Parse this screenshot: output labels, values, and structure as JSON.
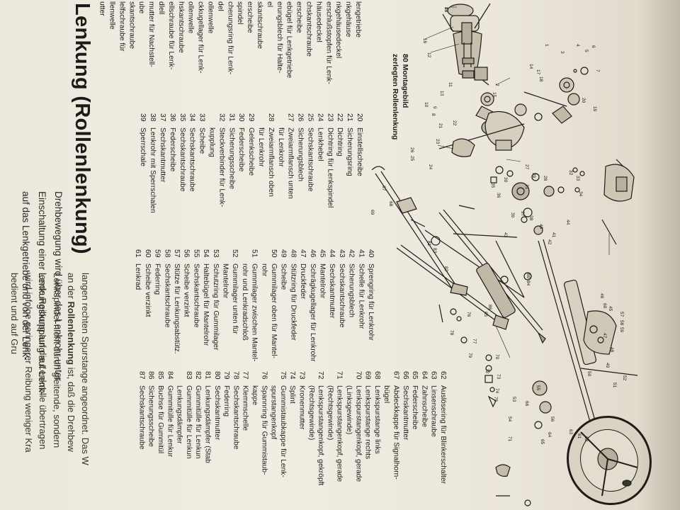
{
  "heading": "Lenkung (Rollenlenkung)",
  "figure_caption": [
    "80 Montagebild",
    "zerlegten Rollenlenkung"
  ],
  "intro_paragraph": [
    "Drehbewegung wird über das Lenkrohr unter",
    "Einschaltung einer Lenkungskupplung auf Lenk-",
    "auf das Lenkgetriebe und von der Lenk-"
  ],
  "left_fragments": [
    "lengetriebe",
    "nkgehäuse",
    "nkgehäusedeckel",
    "erschlußstopfen für Lenk-",
    "häusedeckel",
    "chskantschraube",
    "erscheibe",
    "ebügel für Lenkgetriebe",
    "erungsblech für Halte-",
    "el",
    "skantschraube",
    "erscheibe",
    "spindel",
    "cherungsring für Lenk-",
    "del",
    "ollenwelle",
    "ckkugellager für Lenk-",
    "ollenwelle",
    "hskantschraube",
    "ellschraube für Lenk-",
    "dlell",
    "mutter für Nachstell-",
    "ube",
    "skantschraube",
    "lelfschraube für",
    "llenwelle",
    "utter"
  ],
  "legend_col1": [
    {
      "num": "20",
      "label": "Einstellscheibe"
    },
    {
      "num": "21",
      "label": "Sicherungsring"
    },
    {
      "num": "22",
      "label": "Dichtring"
    },
    {
      "num": "23",
      "label": "Dichtring für Lenkspindel"
    },
    {
      "num": "24",
      "label": "Lenkhebel"
    },
    {
      "num": "25",
      "label": "Sechskantschraube"
    },
    {
      "num": "26",
      "label": "Sicherungsblech"
    },
    {
      "num": "27",
      "label": "Zweiarmflansch unten"
    },
    {
      "num": "",
      "label": "für Lenkrohr"
    },
    {
      "num": "28",
      "label": "Zweiarmflansch oben"
    },
    {
      "num": "",
      "label": "für Lenkrohr"
    },
    {
      "num": "29",
      "label": "Gelenkscheibe"
    },
    {
      "num": "30",
      "label": "Federscheibe"
    },
    {
      "num": "31",
      "label": "Sicherungsscheibe"
    },
    {
      "num": "32",
      "label": "Steckverbinder für Lenk-"
    },
    {
      "num": "",
      "label": "kupplung"
    },
    {
      "num": "33",
      "label": "Scheibe"
    },
    {
      "num": "34",
      "label": "Sechskantschraube"
    },
    {
      "num": "35",
      "label": "Sechskantschraube"
    },
    {
      "num": "36",
      "label": "Federscheibe"
    },
    {
      "num": "37",
      "label": "Sechskantmutter"
    },
    {
      "num": "38",
      "label": "Lenkrohr mit Sperrschalen"
    },
    {
      "num": "39",
      "label": "Sperrschale"
    }
  ],
  "legend_col2": [
    {
      "num": "40",
      "label": "Sprengring für Lenkrohr"
    },
    {
      "num": "41",
      "label": "Schelle für Lenkrohr"
    },
    {
      "num": "42",
      "label": "Sicherungsblech"
    },
    {
      "num": "43",
      "label": "Sechskantschraube"
    },
    {
      "num": "44",
      "label": "Sechskantmutter"
    },
    {
      "num": "45",
      "label": "Mantelrohr"
    },
    {
      "num": "46",
      "label": "Schrägkugellager für Lenkrohr"
    },
    {
      "num": "47",
      "label": "Druckfeder"
    },
    {
      "num": "48",
      "label": "Stützring für Druckfeder"
    },
    {
      "num": "49",
      "label": "Scheibe"
    },
    {
      "num": "50",
      "label": "Gummilager oben für Mantel-"
    },
    {
      "num": "",
      "label": "rohr"
    },
    {
      "num": "51",
      "label": "Gummilager zwischen Mantel-"
    },
    {
      "num": "",
      "label": "rohr und Lenkradschloß"
    },
    {
      "num": "52",
      "label": "Gummilager unten für"
    },
    {
      "num": "",
      "label": "Mantelrohr"
    },
    {
      "num": "53",
      "label": "Schutzring für Gummilager"
    },
    {
      "num": "54",
      "label": "Haltebügel für Mantelrohr"
    },
    {
      "num": "55",
      "label": "Sechskantschraube"
    },
    {
      "num": "56",
      "label": "Scheibe verzinkt"
    },
    {
      "num": "57",
      "label": "Stütze für Lenkungsabstütz."
    },
    {
      "num": "58",
      "label": "Sechskantschraube"
    },
    {
      "num": "59",
      "label": "Federring"
    },
    {
      "num": "60",
      "label": "Scheibe verzinkt"
    },
    {
      "num": "61",
      "label": "Lenkrad"
    }
  ],
  "legend_col3": [
    {
      "num": "62",
      "label": "Auslösering für Blinkerschalter"
    },
    {
      "num": "63",
      "label": "Linsenschraube"
    },
    {
      "num": "64",
      "label": "Zahnscheibe"
    },
    {
      "num": "65",
      "label": "Federscheibe"
    },
    {
      "num": "66",
      "label": "Sechskantmutter"
    },
    {
      "num": "67",
      "label": "Abdeckkappe für Signalhorn-"
    },
    {
      "num": "",
      "label": "bügel"
    },
    {
      "num": "68",
      "label": "Lenkspurstange links"
    },
    {
      "num": "69",
      "label": "Lenkspurstange rechts"
    },
    {
      "num": "70",
      "label": "Lenkspurstangenkopf, gerade"
    },
    {
      "num": "",
      "label": "(Linksgewinde)"
    },
    {
      "num": "71",
      "label": "Lenkspurstangenkopf, gerade"
    },
    {
      "num": "",
      "label": "(Rechtsgewinde)"
    },
    {
      "num": "72",
      "label": "Lenkspurstangenkopf, gekröpft"
    },
    {
      "num": "",
      "label": "(Rechtsgewinde)"
    },
    {
      "num": "73",
      "label": "Kronenmutter"
    },
    {
      "num": "74",
      "label": "Splint"
    },
    {
      "num": "75",
      "label": "Gummistaubkappe für Lenk-"
    },
    {
      "num": "",
      "label": "spurstangenkopf"
    },
    {
      "num": "76",
      "label": "Spannring für Gummistaub-"
    },
    {
      "num": "",
      "label": "kappe"
    },
    {
      "num": "77",
      "label": "Klemmschelle"
    },
    {
      "num": "78",
      "label": "Sechskantschraube"
    },
    {
      "num": "79",
      "label": "Federring"
    },
    {
      "num": "80",
      "label": "Sechskantmutter"
    },
    {
      "num": "81",
      "label": "Lenkungsdämpfer (Stab"
    },
    {
      "num": "82",
      "label": "Gummitülle für Lenkun"
    },
    {
      "num": "83",
      "label": "Gummitülle für Lenkun"
    },
    {
      "num": "",
      "label": "Lenkungsdämpfer"
    },
    {
      "num": "84",
      "label": "Gummitülle für Lenkur"
    },
    {
      "num": "85",
      "label": "Buchse für Gummitül"
    },
    {
      "num": "86",
      "label": "Sicherungsscheibe"
    },
    {
      "num": "87",
      "label": "Sechskantschraube"
    }
  ],
  "bottom_paragraph": {
    "line1": "langen rechten Spurstange angeordnet. Das W",
    "line2_pre": "an der ",
    "line2_bold": "Rollenlenkung",
    "line2_post": " ist, daß die Drehbew",
    "line3": "Lenkspindel nicht durch gleitende, sondern",
    "line4": "lende Reibung auf die Lenkrolle übertragen",
    "line5": "wird infolge geringerer Reibung weniger Kra",
    "line6": "                              bedient und auf Gru"
  },
  "part_numbers": [
    "15",
    "14",
    "16",
    "12",
    "13",
    "11",
    "15",
    "2",
    "1",
    "3",
    "4",
    "5",
    "6",
    "7",
    "8",
    "9",
    "10",
    "17",
    "18",
    "19",
    "20",
    "21",
    "22",
    "23",
    "24",
    "25",
    "26",
    "27",
    "28",
    "29",
    "30",
    "31",
    "32",
    "33",
    "34",
    "35",
    "36",
    "37",
    "38",
    "39",
    "40",
    "41",
    "42",
    "43",
    "44",
    "45",
    "46",
    "47",
    "48",
    "49",
    "50",
    "51",
    "52",
    "53",
    "54",
    "55",
    "56",
    "57",
    "58",
    "59",
    "60",
    "61",
    "62",
    "63",
    "64",
    "65",
    "66",
    "67",
    "68",
    "69",
    "70",
    "71",
    "72",
    "73",
    "74",
    "75",
    "76",
    "77",
    "78",
    "79",
    "80",
    "81",
    "82",
    "83",
    "84",
    "85",
    "86",
    "87"
  ]
}
